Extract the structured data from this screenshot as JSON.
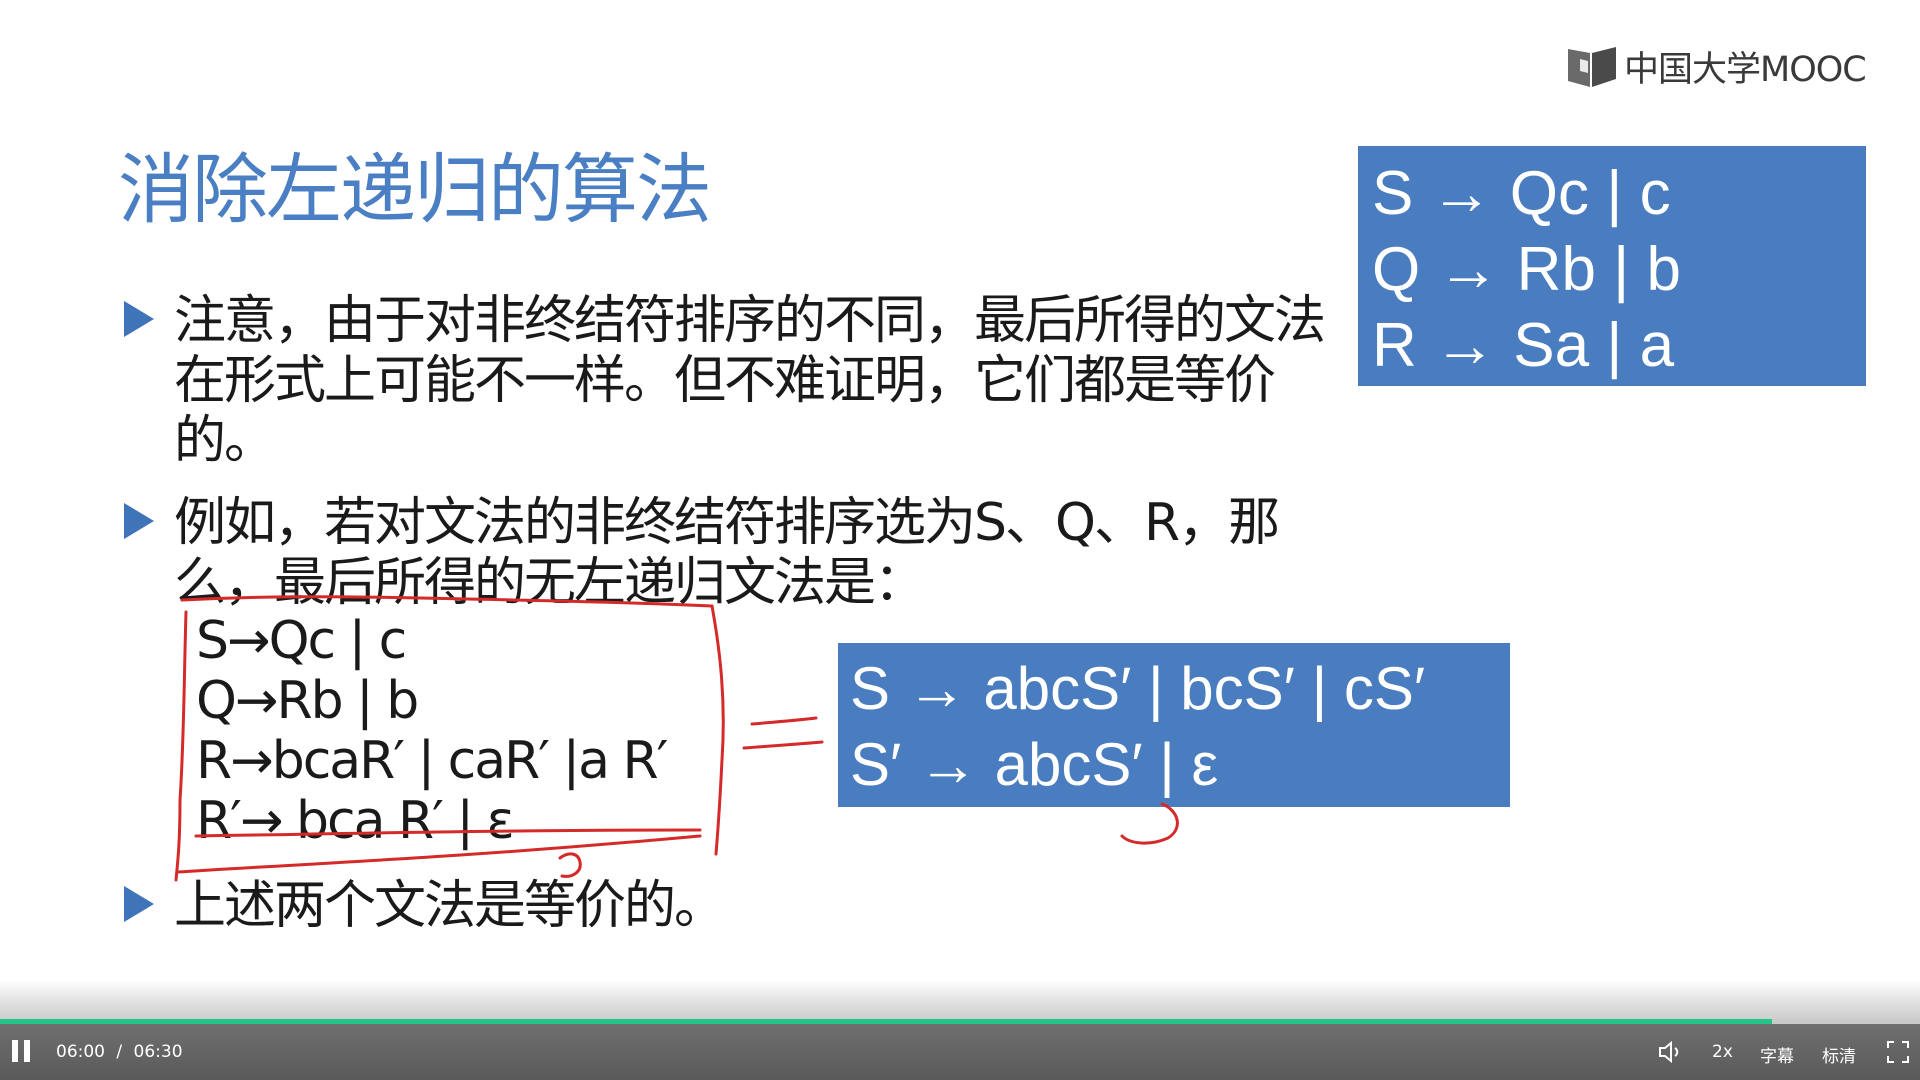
{
  "logo": {
    "text": "中国大学MOOC"
  },
  "slide": {
    "title": "消除左递归的算法",
    "bullets": [
      "注意，由于对非终结符排序的不同，最后所得的文法在形式上可能不一样。但不难证明，它们都是等价的。",
      "例如，若对文法的非终结符排序选为S、Q、R，那么，最后所得的无左递归文法是：",
      "上述两个文法是等价的。"
    ],
    "grammar_written": [
      "S→Qc | c",
      "Q→Rb | b",
      "R→bcaR′ | caR′ |a R′",
      "R′→ bca R′ | ε"
    ],
    "box_top": [
      "S → Qc | c",
      "Q → Rb | b",
      "R → Sa | a"
    ],
    "box_mid": [
      "S → abcS′ | bcS′ | cS′",
      "S′ → abcS′ | ε"
    ]
  },
  "player": {
    "current_time": "06:00",
    "separator": "/",
    "duration": "06:30",
    "progress_fraction": 0.923,
    "volume_icon": "speaker-icon",
    "speed": "2x",
    "subtitles": "字幕",
    "quality": "标清",
    "fullscreen_icon": "fullscreen-icon"
  },
  "colors": {
    "title": "#4a7fc4",
    "box": "#4a7cc0",
    "annotation": "#d42a2a",
    "progress": "#24c48a"
  }
}
